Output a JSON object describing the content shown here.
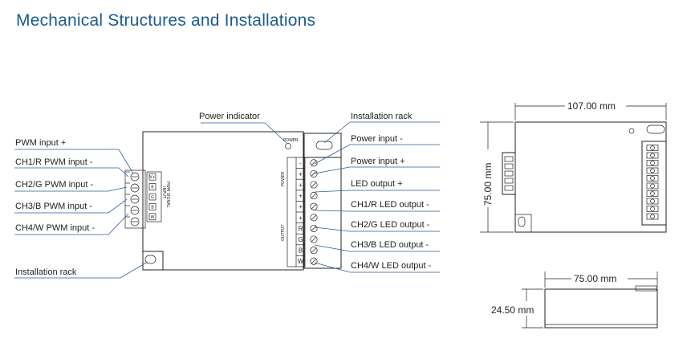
{
  "title": "Mechanical Structures and Installations",
  "front_view": {
    "left_labels": [
      "PWM input +",
      "CH1/R PWM input -",
      "CH2/G PWM input -",
      "CH3/B PWM input -",
      "CH4/W PWM input -",
      "Installation rack"
    ],
    "top_label": "Power indicator",
    "right_labels": [
      "Installation rack",
      "Power input -",
      "Power input +",
      "LED output +",
      "CH1/R LED output -",
      "CH2/G LED output -",
      "CH3/B LED output -",
      "CH4/W LED output -"
    ],
    "power_mark": "POWER",
    "block_power": "POWER",
    "block_output": "OUTPUT",
    "input_caption_1": "INPUT",
    "input_caption_2": "PWM SIGNAL",
    "input_terms": [
      "V+",
      "R",
      "G",
      "B",
      "W"
    ],
    "output_terms": [
      "-",
      "+",
      "+",
      "+",
      "+",
      "+",
      "R",
      "G",
      "B",
      "W"
    ]
  },
  "side_view": {
    "width_label": "107.00 mm",
    "height_label": "75.00 mm"
  },
  "bottom_view": {
    "width_label": "75.00 mm",
    "height_label": "24.50 mm"
  }
}
